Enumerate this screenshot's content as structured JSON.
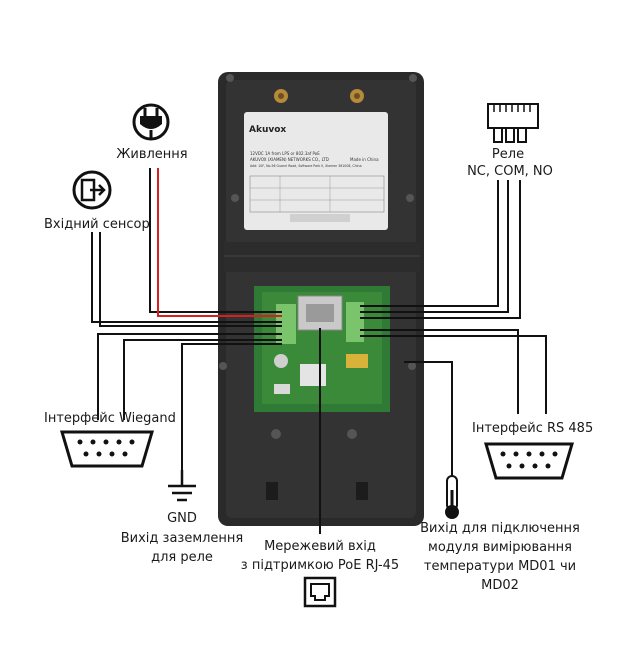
{
  "device": {
    "brand": "Akuvox",
    "sticker_lines": [
      "12VDC 1A from LPS or 802.3af PoE",
      "AKUVOX (XIAMEN) NETWORKS CO., LTD",
      "Made in China",
      "Add: 10F, No.56 Guanri Road, Software Park II, Xiamen 361008, China"
    ]
  },
  "labels": {
    "power": "Живлення",
    "input_sensor": "Вхідний сенсор",
    "relay_title": "Реле",
    "relay_contacts": "NC, COM, NO",
    "wiegand": "Інтерфейс Wiegand",
    "rs485": "Інтерфейс RS 485",
    "gnd": "GND",
    "relay_ground_1": "Вихід заземлення",
    "relay_ground_2": "для реле",
    "network_1": "Мережевий вхід",
    "network_2": "з підтримкою PoE RJ-45",
    "temp_1": "Вихід для підключення",
    "temp_2": "модуля вимірювання",
    "temp_3": "температури MD01 чи",
    "temp_4": "MD02"
  },
  "icons": {
    "power": "power-plug-icon",
    "input_sensor": "door-exit-icon",
    "relay": "relay-block-icon",
    "wiegand": "db9-connector-icon",
    "rs485": "db9-connector-icon",
    "ground": "ground-symbol-icon",
    "ethernet": "ethernet-port-icon",
    "thermometer": "thermometer-icon"
  },
  "colors": {
    "wire": "#111111",
    "power_wire": "#d62020",
    "device_body": "#2b2b2b",
    "pcb": "#3a8a3a",
    "terminal": "#7ac46b"
  }
}
